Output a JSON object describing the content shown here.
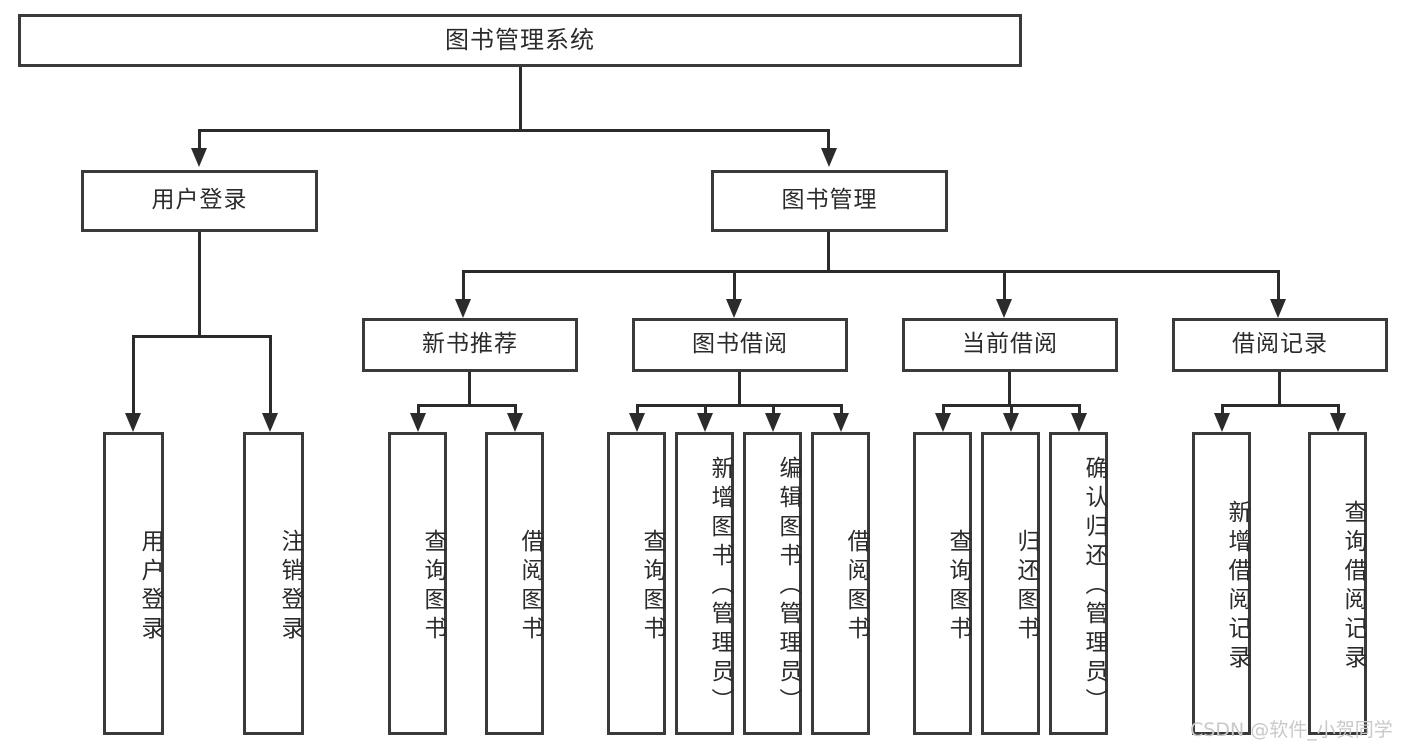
{
  "diagram": {
    "type": "tree-hierarchy",
    "title": "图书管理系统",
    "watermark": "CSDN @软件_小贺同学",
    "colors": {
      "box_border": "#3a3a3a",
      "line": "#2b2b2b",
      "background": "#ffffff",
      "text": "#2b2b2b",
      "watermark": "#c9c9c9"
    },
    "root": {
      "label": "图书管理系统"
    },
    "level2": [
      {
        "label": "用户登录"
      },
      {
        "label": "图书管理"
      }
    ],
    "level3": [
      {
        "label": "新书推荐"
      },
      {
        "label": "图书借阅"
      },
      {
        "label": "当前借阅"
      },
      {
        "label": "借阅记录"
      }
    ],
    "leaves": {
      "user_login": [
        {
          "label": "用户登录"
        },
        {
          "label": "注销登录"
        }
      ],
      "new_book_recommend": [
        {
          "label": "查询图书"
        },
        {
          "label": "借阅图书"
        }
      ],
      "book_borrow": [
        {
          "label": "查询图书"
        },
        {
          "label": "新增图书（管理员）"
        },
        {
          "label": "编辑图书（管理员）"
        },
        {
          "label": "借阅图书"
        }
      ],
      "current_borrow": [
        {
          "label": "查询图书"
        },
        {
          "label": "归还图书"
        },
        {
          "label": "确认归还（管理员）"
        }
      ],
      "borrow_record": [
        {
          "label": "新增借阅记录"
        },
        {
          "label": "查询借阅记录"
        }
      ]
    }
  }
}
